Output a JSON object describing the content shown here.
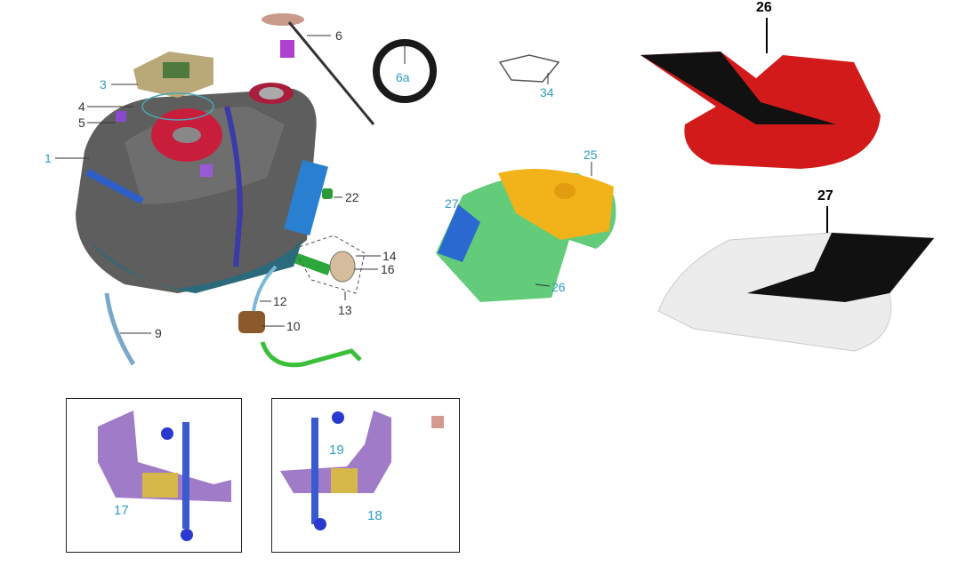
{
  "callouts": {
    "tank": {
      "c1": "1",
      "c3": "3",
      "c4": "4",
      "c5": "5",
      "c6": "6",
      "c6a": "6a",
      "c9": "9",
      "c10": "10",
      "c12": "12",
      "c13": "13",
      "c14": "14",
      "c16": "16",
      "c22": "22"
    },
    "bracket_emblem": {
      "c34": "34"
    },
    "cover_assembly": {
      "c25": "25",
      "c26": "26",
      "c27": "27"
    },
    "side_covers": {
      "red": "26",
      "white": "27"
    },
    "bracket_left": {
      "c17": "17"
    },
    "bracket_right": {
      "c18": "18",
      "c19": "19"
    }
  },
  "colors": {
    "callout_blue": "#2f9ec4",
    "tank": "#5a5a5a",
    "cover_red": "#d21a1a",
    "cover_white": "#ececec",
    "cover_black": "#111111",
    "bracket_purple": "#a07cc8",
    "fuel_line_green": "#3bbf3b",
    "cover_yellow": "#f2b219"
  }
}
